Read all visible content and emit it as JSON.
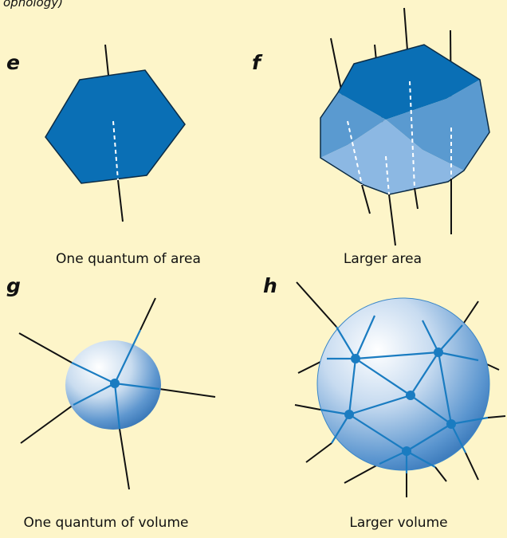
{
  "top_text": "ophology)",
  "panels": {
    "e": {
      "letter": "e",
      "caption": "One quantum of area"
    },
    "f": {
      "letter": "f",
      "caption": "Larger area"
    },
    "g": {
      "letter": "g",
      "caption": "One quantum of volume"
    },
    "h": {
      "letter": "h",
      "caption": "Larger volume"
    }
  },
  "colors": {
    "background": "#fdf5c9",
    "area_blue": "#0a6fb5",
    "face_mid": "#5a9ad0",
    "face_light": "#8cb8e3",
    "network_line": "#1a7cc1",
    "spin_line": "#111111"
  }
}
